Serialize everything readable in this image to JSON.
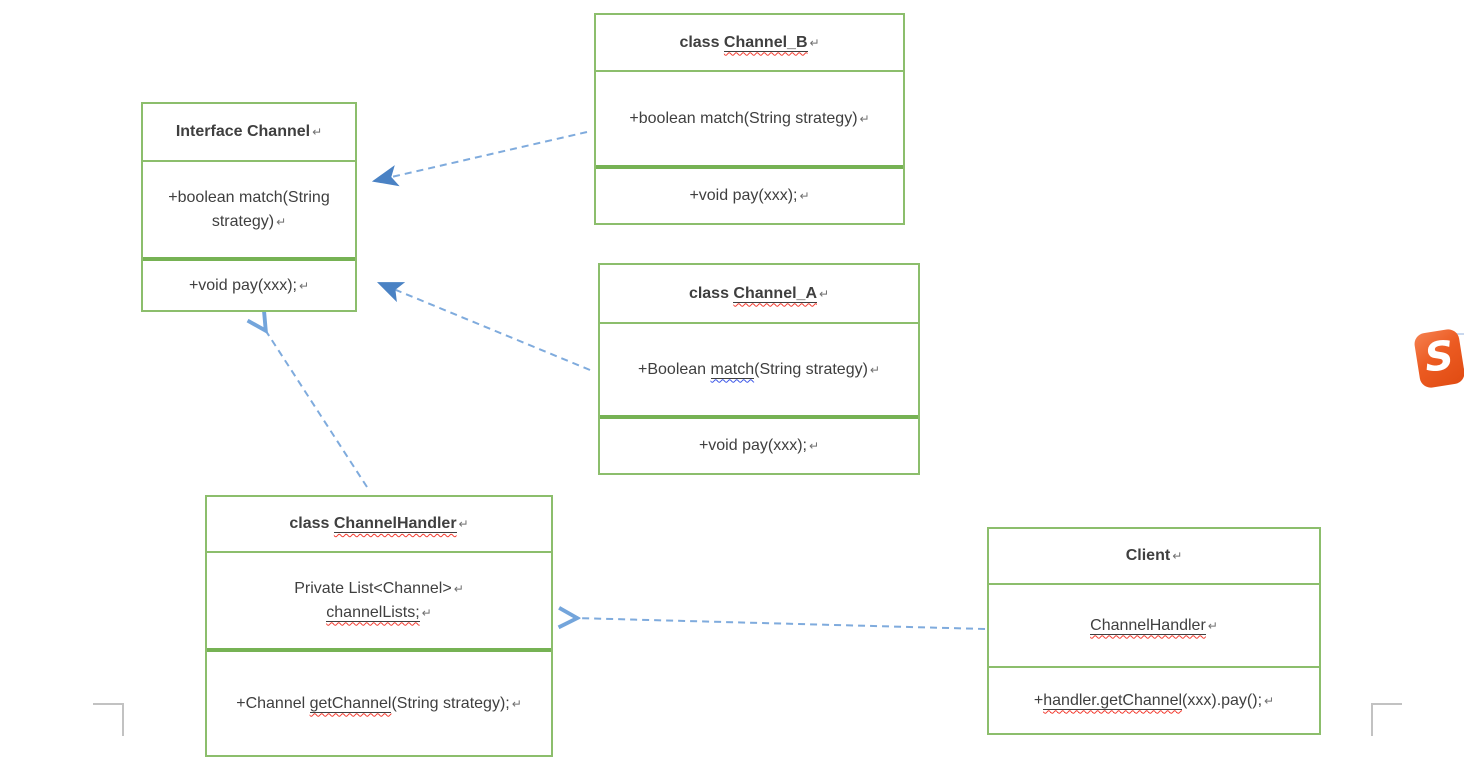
{
  "palette": {
    "box_border_green": "#8CBE6C",
    "divider_thick_green": "#76B254",
    "arrow_blue": "#7FABDD",
    "arrowhead_blue": "#4A82C4",
    "text_color": "#3F3F3F",
    "spellcheck_red": "#F23B2F",
    "spellcheck_blue": "#3A55E8",
    "crop_mark_gray": "#C2C2C2",
    "logo_orange": "#E8531F"
  },
  "marks": {
    "para": "↵"
  },
  "logo": {
    "letter": "S"
  },
  "boxes": [
    {
      "id": "interface-channel",
      "title": "Interface Channel",
      "middle_line1": "+boolean match(String",
      "middle_line2": "strategy)",
      "bottom": "+void pay(xxx);"
    },
    {
      "id": "channel-b",
      "title_prefix": "class ",
      "title_name": "Channel_B",
      "middle": "+boolean match(String strategy)",
      "bottom": "+void pay(xxx);"
    },
    {
      "id": "channel-a",
      "title_prefix": "class ",
      "title_name": "Channel_A",
      "middle_pre": "+Boolean ",
      "middle_match": "match",
      "middle_post": "(String strategy)",
      "bottom": "+void pay(xxx);"
    },
    {
      "id": "channel-handler",
      "title_prefix": "class ",
      "title_name": "ChannelHandler",
      "middle_line1": "Private List<Channel>",
      "middle_line2": "channelLists;",
      "bottom_pre": "+Channel ",
      "bottom_name": "getChannel",
      "bottom_post": "(String strategy);"
    },
    {
      "id": "client",
      "title": "Client",
      "middle_name": "ChannelHandler",
      "bottom_pre": "+",
      "bottom_name": "handler.getChannel",
      "bottom_post": "(xxx).pay();"
    }
  ],
  "arrows": [
    {
      "name": "channel-b-to-interface-channel",
      "line": "dashed",
      "head": "filled"
    },
    {
      "name": "channel-a-to-interface-channel",
      "line": "dashed",
      "head": "filled"
    },
    {
      "name": "channel-handler-to-interface-channel",
      "line": "dashed",
      "head": "open"
    },
    {
      "name": "client-to-channel-handler",
      "line": "dashed",
      "head": "open"
    }
  ]
}
